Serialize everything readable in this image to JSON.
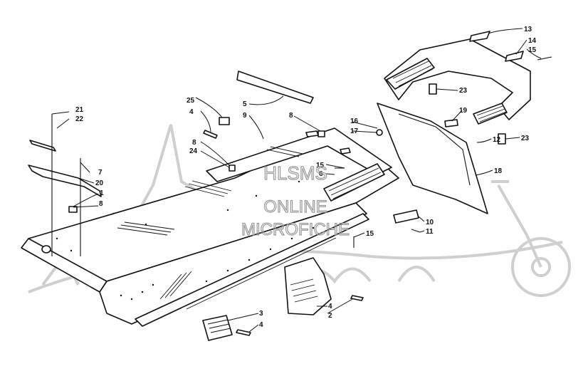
{
  "watermark": {
    "line1": "HLSMS",
    "line2": "ONLINE",
    "line3": "MICROFICHE"
  },
  "callouts": [
    {
      "id": "c1",
      "label": "1"
    },
    {
      "id": "c2",
      "label": "2"
    },
    {
      "id": "c3",
      "label": "3"
    },
    {
      "id": "c4a",
      "label": "4"
    },
    {
      "id": "c4b",
      "label": "4"
    },
    {
      "id": "c4c",
      "label": "4"
    },
    {
      "id": "c5",
      "label": "5"
    },
    {
      "id": "c6",
      "label": "6"
    },
    {
      "id": "c7",
      "label": "7"
    },
    {
      "id": "c8a",
      "label": "8"
    },
    {
      "id": "c8b",
      "label": "8"
    },
    {
      "id": "c8c",
      "label": "8"
    },
    {
      "id": "c9",
      "label": "9"
    },
    {
      "id": "c10",
      "label": "10"
    },
    {
      "id": "c11",
      "label": "11"
    },
    {
      "id": "c12",
      "label": "12"
    },
    {
      "id": "c13",
      "label": "13"
    },
    {
      "id": "c14",
      "label": "14"
    },
    {
      "id": "c15a",
      "label": "15"
    },
    {
      "id": "c15b",
      "label": "15"
    },
    {
      "id": "c15c",
      "label": "15"
    },
    {
      "id": "c16",
      "label": "16"
    },
    {
      "id": "c17",
      "label": "17"
    },
    {
      "id": "c18",
      "label": "18"
    },
    {
      "id": "c19",
      "label": "19"
    },
    {
      "id": "c20",
      "label": "20"
    },
    {
      "id": "c21",
      "label": "21"
    },
    {
      "id": "c22",
      "label": "22"
    },
    {
      "id": "c23a",
      "label": "23"
    },
    {
      "id": "c23b",
      "label": "23"
    },
    {
      "id": "c24",
      "label": "24"
    },
    {
      "id": "c25",
      "label": "25"
    }
  ]
}
